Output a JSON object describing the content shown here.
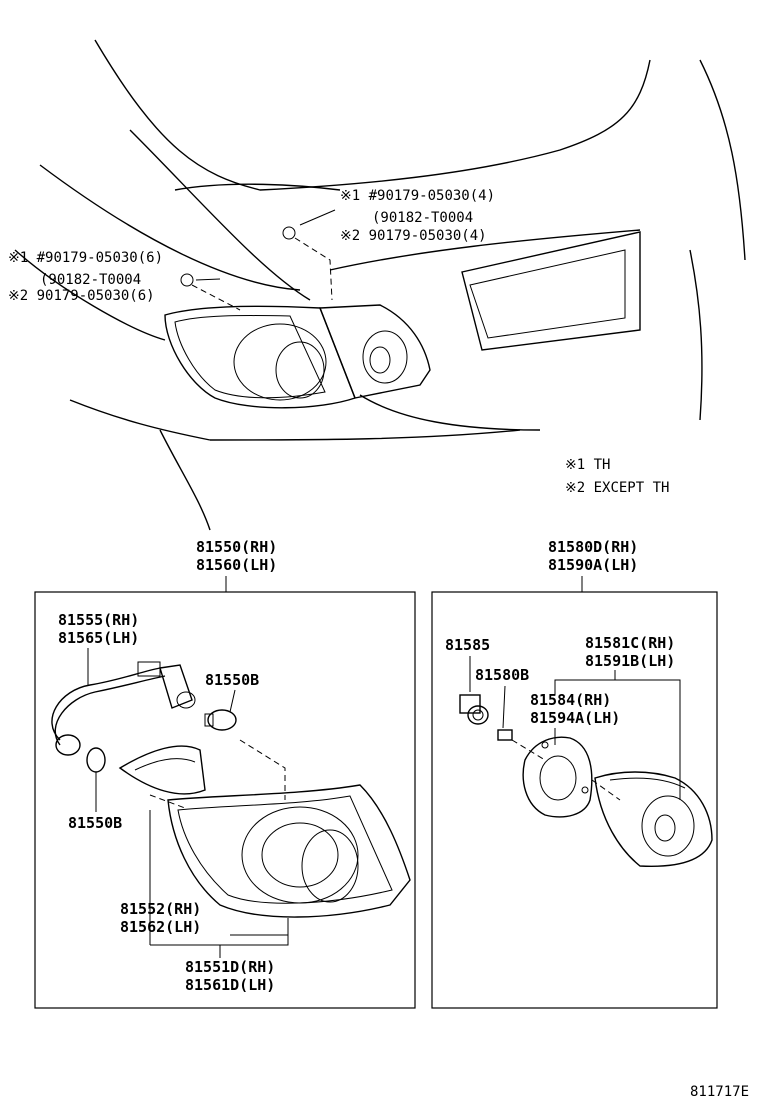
{
  "top_callouts": {
    "right": {
      "line1": "※1 #90179-05030(4)",
      "line2": "(90182-T0004",
      "line3": "※2  90179-05030(4)"
    },
    "left": {
      "line1": "※1 #90179-05030(6)",
      "line2": "(90182-T0004",
      "line3": "※2  90179-05030(6)"
    }
  },
  "legend": {
    "note1": "※1  TH",
    "note2": "※2  EXCEPT  TH"
  },
  "left_group": {
    "header1": "81550(RH)",
    "header2": "81560(LH)",
    "socket_rh": "81555(RH)",
    "socket_lh": "81565(LH)",
    "bulb_upper": "81550B",
    "bulb_lower": "81550B",
    "lens_rh": "81552(RH)",
    "lens_lh": "81562(LH)",
    "housing_rh": "81551D(RH)",
    "housing_lh": "81561D(LH)"
  },
  "right_group": {
    "header1": "81580D(RH)",
    "header2": "81590A(LH)",
    "socket": "81585",
    "bulb": "81580B",
    "lamp_rh": "81581C(RH)",
    "lamp_lh": "81591B(LH)",
    "lens_rh": "81584(RH)",
    "lens_lh": "81594A(LH)"
  },
  "figure_code": "811717E"
}
